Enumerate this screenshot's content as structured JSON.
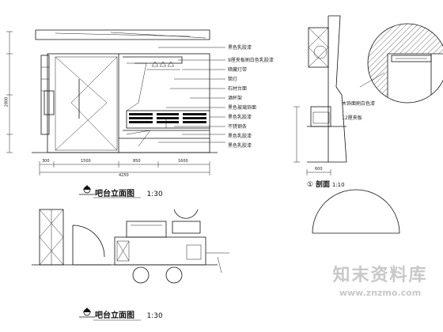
{
  "titles": {
    "bar_elevation_1": "吧台立面图",
    "bar_elevation_2": "吧台立面图",
    "section": "剖面",
    "scale_1": "1:30",
    "scale_2": "1:30",
    "section_scale": "1:10",
    "section_no": "①"
  },
  "watermark": {
    "brand": "知末资料库",
    "url": "www.znzmo.com"
  },
  "leaders": [
    "黑色乳胶漆",
    "9厘夹板刷白色乳胶漆",
    "暗藏灯带",
    "筒灯",
    "石材台面",
    "酒杯架",
    "黑色玻璃饰面",
    "黑色乳胶漆",
    "不锈钢条",
    "黑色乳胶漆",
    "黑色乳胶漆"
  ],
  "right_leaders": [
    "木饰面刷白色漆",
    "12厘夹板"
  ],
  "dims": {
    "bottom_1": [
      "300",
      "1500",
      "850",
      "1600"
    ],
    "total_1": "4250",
    "section_w": "600",
    "height": "2800"
  }
}
